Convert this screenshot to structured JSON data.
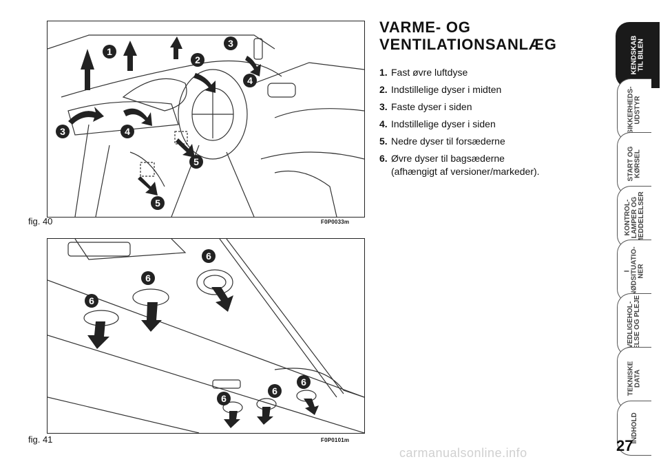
{
  "figures": [
    {
      "caption": "fig. 40",
      "code": "F0P0033m",
      "callouts": [
        "1",
        "2",
        "3",
        "3",
        "4",
        "4",
        "5",
        "5"
      ]
    },
    {
      "caption": "fig. 41",
      "code": "F0P0101m",
      "callouts": [
        "6",
        "6",
        "6",
        "6",
        "6",
        "6"
      ]
    }
  ],
  "section": {
    "title_line1": "VARME- OG",
    "title_line2": "VENTILATIONSANLÆG",
    "items": [
      {
        "num": "1.",
        "text": "Fast øvre luftdyse"
      },
      {
        "num": "2.",
        "text": "Indstillelige dyser i midten"
      },
      {
        "num": "3.",
        "text": "Faste dyser i siden"
      },
      {
        "num": "4.",
        "text": "Indstillelige dyser i siden"
      },
      {
        "num": "5.",
        "text": "Nedre dyser til forsæderne"
      },
      {
        "num": "6.",
        "text": "Øvre dyser til bagsæderne",
        "text2": "(afhængigt af versioner/markeder)."
      }
    ]
  },
  "tabs": [
    {
      "line1": "KENDSKAB",
      "line2": "TIL BILEN",
      "active": true
    },
    {
      "line1": "SIKKERHEDS-",
      "line2": "UDSTYR",
      "active": false
    },
    {
      "line1": "START OG",
      "line2": "KØRSEL",
      "active": false
    },
    {
      "line1": "KONTROL-",
      "line2": "LAMPER OG",
      "line3": "MEDDELELSER",
      "active": false
    },
    {
      "line1": "I",
      "line2": "NØDSITUATIO-",
      "line3": "NER",
      "active": false
    },
    {
      "line1": "VEDLIGEHOL-",
      "line2": "DELSE OG PLEJE",
      "active": false
    },
    {
      "line1": "TEKNISKE",
      "line2": "DATA",
      "active": false
    },
    {
      "line1": "INDHOLD",
      "active": false
    }
  ],
  "page_number": "27",
  "watermark": "carmanualsonline.info"
}
